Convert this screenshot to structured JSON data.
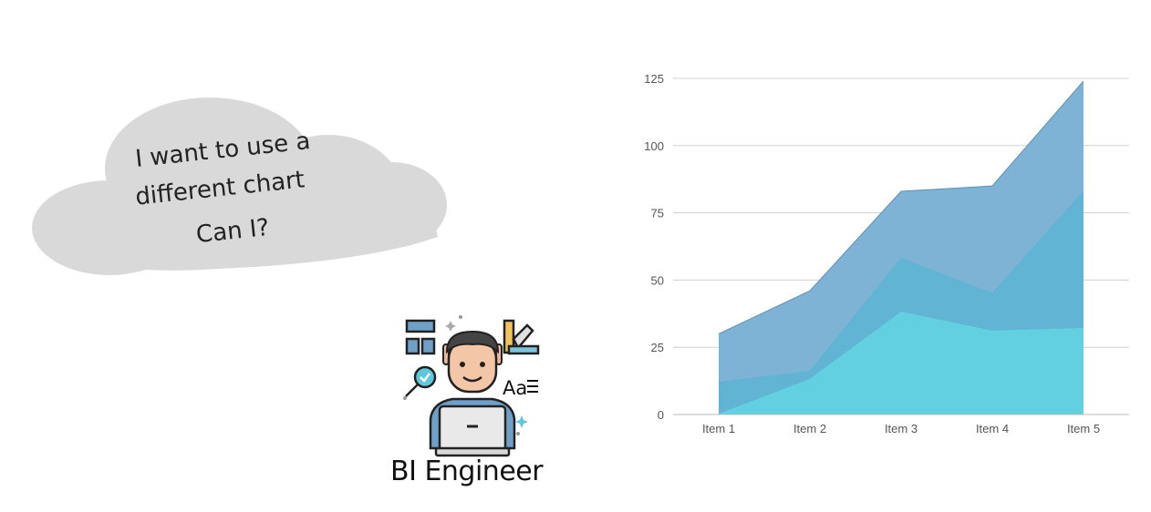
{
  "bubble": {
    "line1": "I want to use a",
    "line2": "different chart",
    "line3": "Can I?"
  },
  "engineer": {
    "caption": "BI Engineer",
    "icon": "engineer-with-laptop-icon",
    "typography_icon_text": "Aa"
  },
  "colors": {
    "cloud": "#d9d9d9",
    "series_top": "#7fb3d5",
    "series_middle": "#5cb4d4",
    "series_bottom": "#63d5e2",
    "grid": "#d0d0d0"
  },
  "chart_data": {
    "type": "area",
    "stacked": false,
    "categories": [
      "Item 1",
      "Item 2",
      "Item 3",
      "Item 4",
      "Item 5"
    ],
    "series": [
      {
        "values": [
          30,
          46,
          83,
          85,
          124
        ]
      },
      {
        "values": [
          12,
          16,
          58,
          45,
          83
        ]
      },
      {
        "values": [
          0,
          13,
          38,
          31,
          32
        ]
      }
    ],
    "yticks": [
      "0",
      "25",
      "50",
      "75",
      "100",
      "125"
    ],
    "ylim": [
      0,
      125
    ],
    "grid": true,
    "legend": "none"
  }
}
